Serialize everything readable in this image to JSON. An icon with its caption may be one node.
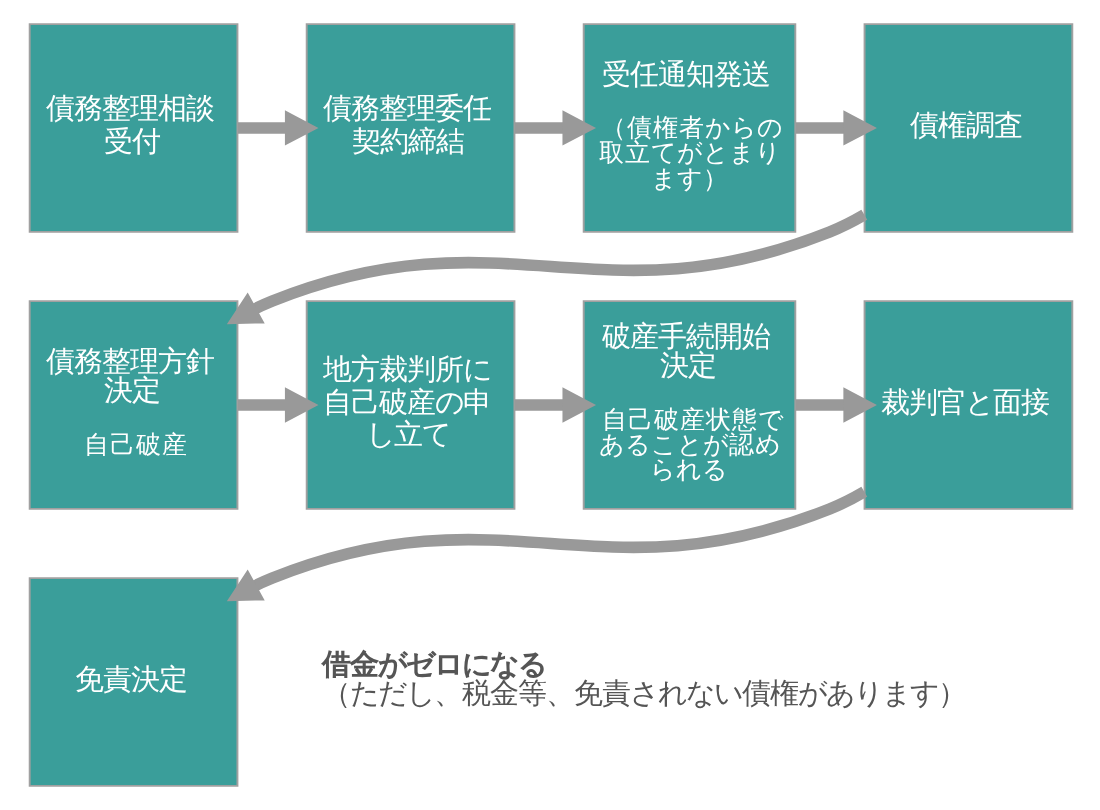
{
  "diagram": {
    "nodes": [
      {
        "text": [
          "債務整理相談受付"
        ]
      },
      {
        "text": [
          "債務整理委任契約締結"
        ]
      },
      {
        "text": [
          "受任通知発送",
          "（債権者からの取立てがとまります）"
        ]
      },
      {
        "text": [
          "債権調査"
        ]
      },
      {
        "text": [
          "債務整理方針決定",
          "自己破産"
        ]
      },
      {
        "text": [
          "地方裁判所に自己破産の申し立て"
        ]
      },
      {
        "text": [
          "破産手続開始決定",
          "自己破産状態であることが認められる"
        ]
      },
      {
        "text": [
          "裁判官と面接"
        ]
      },
      {
        "text": [
          "免責決定"
        ],
        "beside": [
          "借金がゼロになる",
          "（ただし、税金等、免責されない債権があります）"
        ]
      }
    ],
    "edges": [
      {
        "from": 0,
        "to": 1,
        "arrow": "to"
      },
      {
        "from": 1,
        "to": 2,
        "arrow": "to"
      },
      {
        "from": 2,
        "to": 3,
        "arrow": "to"
      },
      {
        "from": 3,
        "to": 4,
        "arrow": "to"
      },
      {
        "from": 4,
        "to": 5,
        "arrow": "to"
      },
      {
        "from": 5,
        "to": 6,
        "arrow": "to"
      },
      {
        "from": 6,
        "to": 7,
        "arrow": "to"
      },
      {
        "from": 7,
        "to": 8,
        "arrow": "to"
      }
    ]
  }
}
